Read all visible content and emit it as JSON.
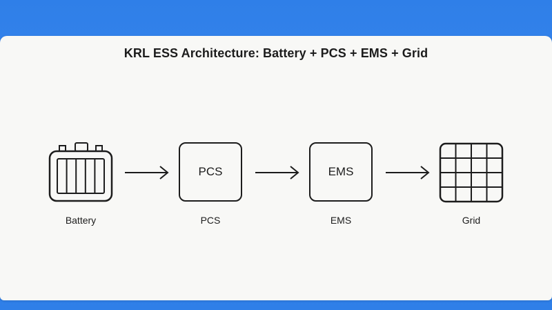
{
  "title": "KRL ESS Architecture: Battery + PCS + EMS + Grid",
  "nodes": [
    {
      "id": "battery",
      "caption": "Battery",
      "icon": "battery-icon"
    },
    {
      "id": "pcs",
      "caption": "PCS",
      "box_label": "PCS"
    },
    {
      "id": "ems",
      "caption": "EMS",
      "box_label": "EMS"
    },
    {
      "id": "grid",
      "caption": "Grid",
      "icon": "grid-icon"
    }
  ],
  "edges": [
    {
      "from": "Battery",
      "to": "PCS"
    },
    {
      "from": "PCS",
      "to": "EMS"
    },
    {
      "from": "EMS",
      "to": "Grid"
    }
  ],
  "colors": {
    "background": "#2f7fe8",
    "card": "#f8f8f6",
    "stroke": "#1c1c1c"
  }
}
